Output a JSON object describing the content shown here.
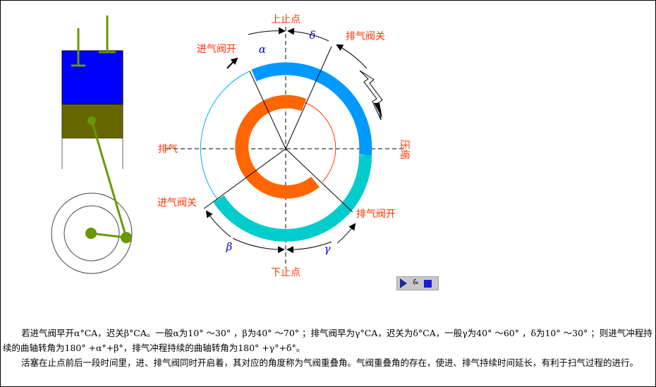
{
  "labels": {
    "tdc": "上止点",
    "bdc": "下止点",
    "exhaust": "排气",
    "compression": "压缩",
    "intake_open": "进气阀开",
    "intake_close": "进气阀关",
    "exhaust_open": "排气阀开",
    "exhaust_close": "排气阀关"
  },
  "greek": {
    "alpha": "α",
    "beta": "β",
    "gamma": "γ",
    "delta": "δ"
  },
  "controls": {
    "separator": "&"
  },
  "caption": {
    "p1": "若进气阀早开α°CA，迟关β°CA。一般α为10° ～30° ，β为40° ～70° ；排气阀早为γ°CA，迟关为δ°CA，一般γ为40° ～60° ，δ为10° ～30° ；则进气冲程持续的曲轴转角为180° +α°+β°，排气冲程持续的曲轴转角为180° +γ°+δ°。",
    "p2": "活塞在止点前后一段时间里，进、排气阀同时开启着，其对应的角度称为气阀重叠角。气阀重叠角的存在，使进、排气持续时间延长，有利于扫气过程的进行。"
  },
  "colors": {
    "intake_arc": "#0099ff",
    "intake_tail": "#00cccc",
    "exhaust_arc": "#ff6600",
    "text_label": "#ff3300",
    "greek": "#0000cc",
    "cylinder_gas": "#0000ff",
    "piston": "#666600",
    "rod": "#669900"
  }
}
